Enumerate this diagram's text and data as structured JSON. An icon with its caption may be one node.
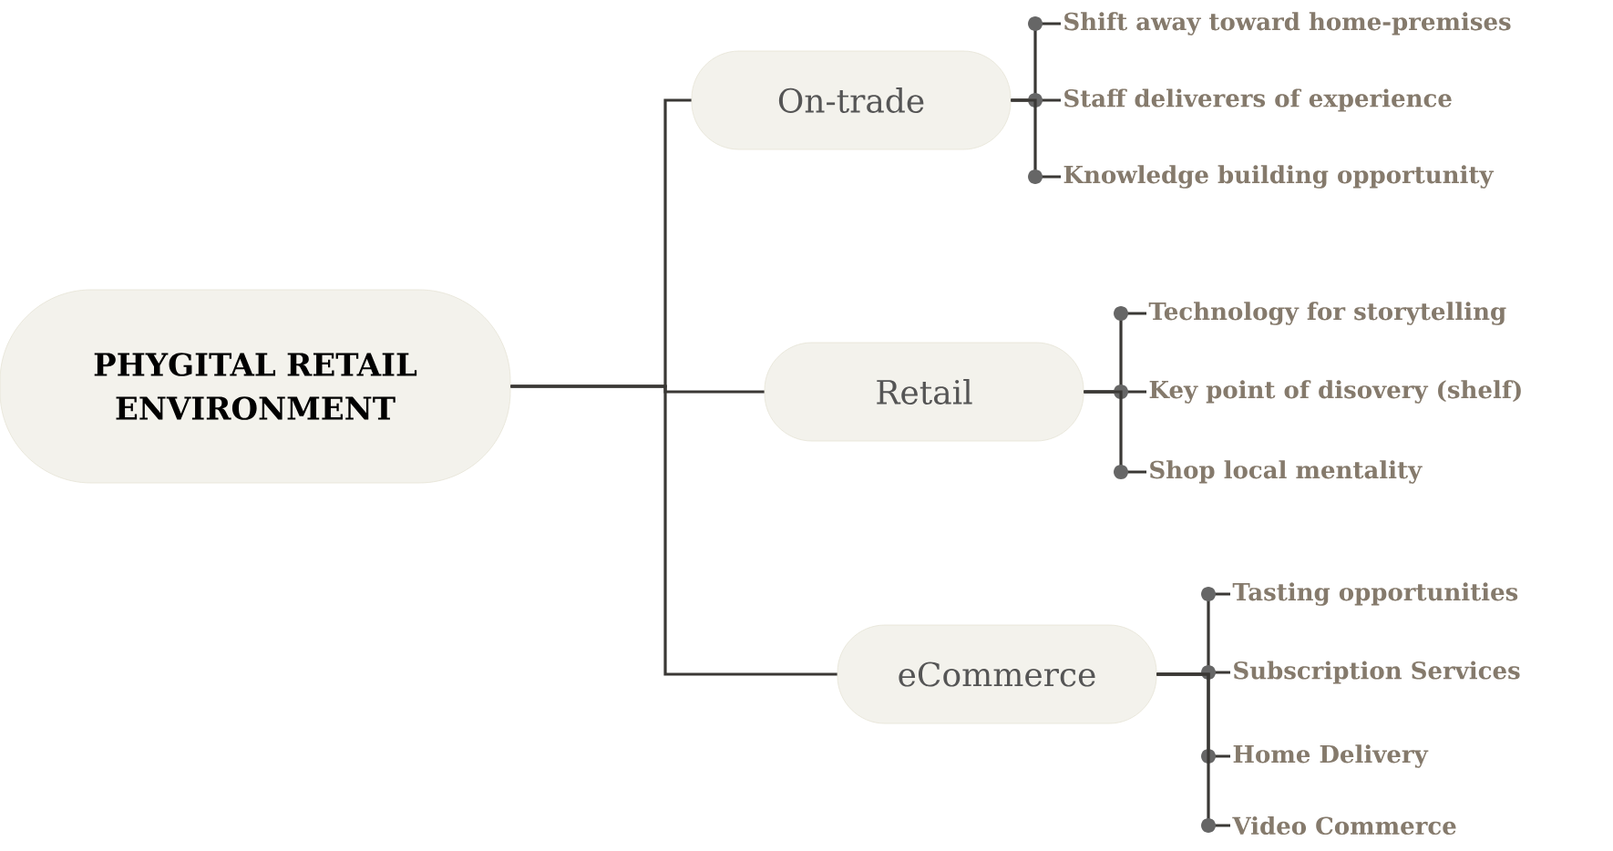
{
  "diagram": {
    "nodes": [
      {
        "text": [
          "PHYGITAL RETAIL ENVIRONMENT"
        ]
      },
      {
        "text": [
          "On-trade"
        ]
      },
      {
        "text": [
          "Retail"
        ]
      },
      {
        "text": [
          "eCommerce"
        ]
      },
      {
        "text": [
          "Shift away toward home-premises"
        ]
      },
      {
        "text": [
          "Staff deliverers of experience"
        ]
      },
      {
        "text": [
          "Knowledge building opportunity"
        ]
      },
      {
        "text": [
          "Technology for storytelling"
        ]
      },
      {
        "text": [
          "Key point of disovery (shelf)"
        ]
      },
      {
        "text": [
          "Shop local mentality"
        ]
      },
      {
        "text": [
          "Tasting opportunities"
        ]
      },
      {
        "text": [
          "Subscription Services"
        ]
      },
      {
        "text": [
          "Home Delivery"
        ]
      },
      {
        "text": [
          "Video Commerce"
        ]
      }
    ],
    "edges": [
      {
        "from": 0,
        "to": 1,
        "arrow": "none"
      },
      {
        "from": 0,
        "to": 2,
        "arrow": "none"
      },
      {
        "from": 0,
        "to": 3,
        "arrow": "none"
      },
      {
        "from": 1,
        "to": 4,
        "arrow": "none"
      },
      {
        "from": 1,
        "to": 5,
        "arrow": "none"
      },
      {
        "from": 1,
        "to": 6,
        "arrow": "none"
      },
      {
        "from": 2,
        "to": 7,
        "arrow": "none"
      },
      {
        "from": 2,
        "to": 8,
        "arrow": "none"
      },
      {
        "from": 2,
        "to": 9,
        "arrow": "none"
      },
      {
        "from": 3,
        "to": 10,
        "arrow": "none"
      },
      {
        "from": 3,
        "to": 11,
        "arrow": "none"
      },
      {
        "from": 3,
        "to": 12,
        "arrow": "none"
      },
      {
        "from": 3,
        "to": 13,
        "arrow": "none"
      }
    ]
  }
}
